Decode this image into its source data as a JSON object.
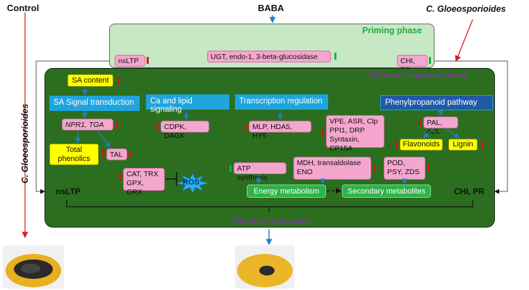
{
  "top": {
    "control": "Control",
    "baba": "BABA",
    "c_gloeo_right": "C. Gloeosporioides",
    "c_gloeo_left": "C. Gloeosporioides"
  },
  "priming": {
    "title": "Priming phase",
    "ns_ltp": "nsLTP",
    "ugt": "UGT, endo-1, 3-beta-glucosidase",
    "chi_pr": "CHI, PR"
  },
  "defense": {
    "title": "Defense response phase",
    "sa_content": "SA content",
    "sa_signal": "SA Signal transduction",
    "npr1": "NPR1, TGA",
    "total_phenolics": "Total phenolics",
    "tal": "TAL",
    "ca_lipid": "Ca and lipid signaling",
    "cdpk": "CDPK, DAGK",
    "transcription": "Transcription regulation",
    "mlp": "MLP, HDA5, HY5",
    "vpe": "VPE, ASR, Clp PPI1, DRP Syntaxin, CP15A",
    "phenylpropanoid": "Phenylpropanoid pathway",
    "pal": "PAL, 4CL",
    "flavonoids": "Flavonoids",
    "lignin": "Lignin",
    "antioxidants": "CAT, TRX GPX, GRX",
    "ros": "ROS",
    "atp": "ATP synthesis",
    "mdh": "MDH, transaldolase ENO",
    "pod": "POD, PSY, ZDS",
    "energy": "Energy metabolism",
    "secondary": "Secondary metabolites",
    "ns_ltp_bottom": "nsLTP",
    "chi_pr_bottom": "CHI, PR",
    "disease_resistance": "Disease resistance"
  },
  "colors": {
    "priming_fill": "#c6e8c4",
    "defense_fill": "#2c6e1f",
    "priming_title": "#22aa44",
    "defense_title": "#7a3a9a",
    "up_arrow": "#e01010",
    "down_arrow": "#19b030",
    "red_line": "#d42020"
  }
}
